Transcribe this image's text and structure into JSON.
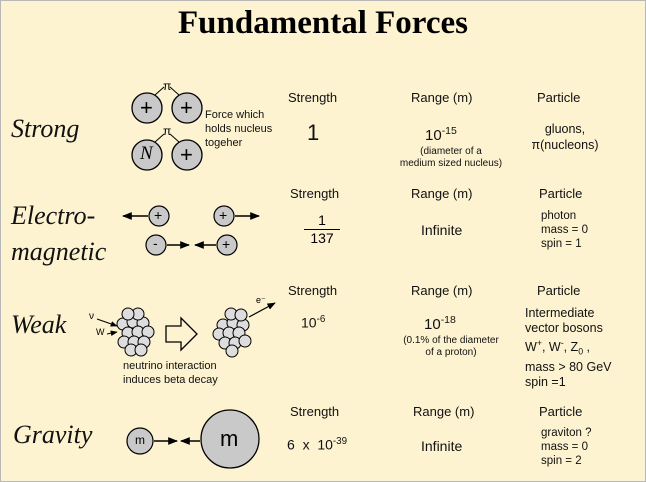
{
  "title": "Fundamental Forces",
  "headers": {
    "strength": "Strength",
    "range": "Range (m)",
    "particle": "Particle"
  },
  "strong": {
    "name": "Strong",
    "pi_label": "π",
    "plus": "+",
    "n_label": "N",
    "note": [
      "Force which",
      "holds nucleus",
      "togeher"
    ],
    "strength": "1",
    "range_base": "10",
    "range_exp": "-15",
    "range_note": [
      "(diameter of a",
      "medium sized nucleus)"
    ],
    "particle": [
      "gluons,",
      "π(nucleons)"
    ]
  },
  "em": {
    "name1": "Electro-",
    "name2": "magnetic",
    "plus": "+",
    "minus": "-",
    "strength_num": "1",
    "strength_den": "137",
    "range": "Infinite",
    "particle": [
      "photon",
      "mass = 0",
      "spin = 1"
    ]
  },
  "weak": {
    "name": "Weak",
    "nu_label": "ν",
    "w_label": "W",
    "e_label": "e⁻",
    "note": [
      "neutrino interaction",
      "induces beta decay"
    ],
    "strength_base": "10",
    "strength_exp": "-6",
    "range_base": "10",
    "range_exp": "-18",
    "range_note": [
      "(0.1% of the diameter",
      "of a proton)"
    ],
    "particle_l1": "Intermediate",
    "particle_l2": "vector bosons",
    "particle_l3_w": "W",
    "particle_l3_wp": "+",
    "particle_l3_sep": ",  W",
    "particle_l3_wm": "-",
    "particle_l3_z": ",  Z",
    "particle_l3_z0": "0",
    "particle_l3_end": " ,",
    "particle_l4": "mass > 80 GeV",
    "particle_l5": "spin =1"
  },
  "gravity": {
    "name": "Gravity",
    "small_m": "m",
    "big_m": "m",
    "strength_base": "6  x  10",
    "strength_exp": "-39",
    "range": "Infinite",
    "particle": [
      "graviton ?",
      "mass = 0",
      "spin = 2"
    ]
  }
}
